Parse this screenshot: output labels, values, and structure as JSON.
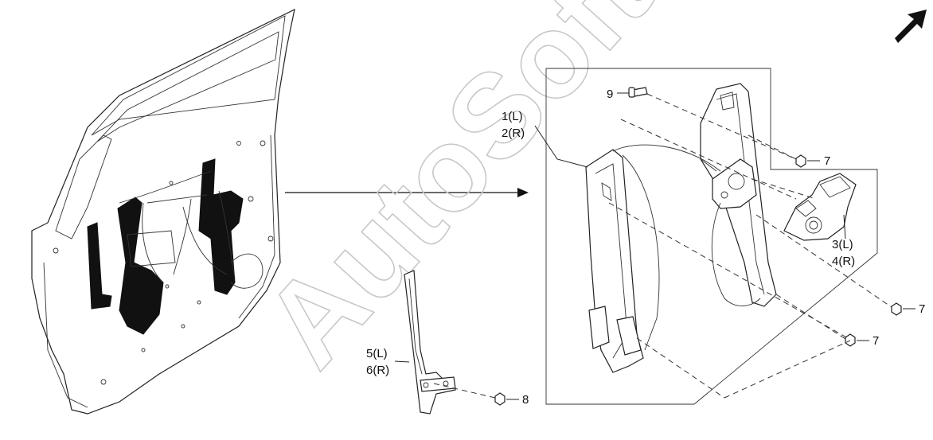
{
  "watermark": "AutoSoft",
  "callouts": {
    "p1": "1(L)",
    "p2": "2(R)",
    "p3": "3(L)",
    "p4": "4(R)",
    "p5": "5(L)",
    "p6": "6(R)",
    "p7a": "7",
    "p7b": "7",
    "p7c": "7",
    "p8": "8",
    "p9": "9"
  },
  "icons": {
    "direction": "front-direction-arrow-icon"
  }
}
